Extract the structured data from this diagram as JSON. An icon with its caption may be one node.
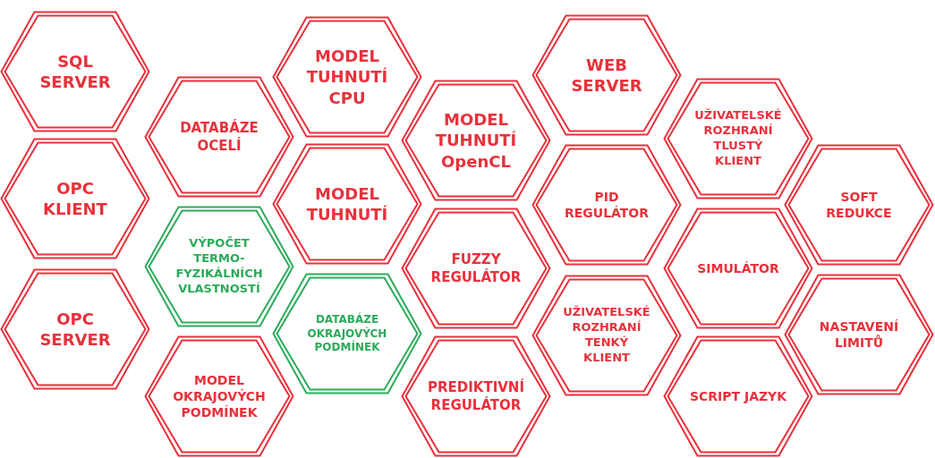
{
  "diagram": {
    "nodes": [
      {
        "text": [
          "SQL SERVER"
        ]
      },
      {
        "text": [
          "OPC KLIENT"
        ]
      },
      {
        "text": [
          "OPC SERVER"
        ]
      },
      {
        "text": [
          "DATABÁZE OCELÍ"
        ]
      },
      {
        "text": [
          "VÝPOČET TERMO-FYZIKÁLNÍCH VLASTNOSTÍ"
        ]
      },
      {
        "text": [
          "MODEL OKRAJOVÝCH PODMÍNEK"
        ]
      },
      {
        "text": [
          "MODEL TUHNUTÍ CPU"
        ]
      },
      {
        "text": [
          "MODEL TUHNUTÍ"
        ]
      },
      {
        "text": [
          "DATABÁZE OKRAJOVÝCH PODMÍNEK"
        ]
      },
      {
        "text": [
          "MODEL TUHNUTÍ OpenCL"
        ]
      },
      {
        "text": [
          "FUZZY REGULÁTOR"
        ]
      },
      {
        "text": [
          "PREDIKTIVNÍ REGULÁTOR"
        ]
      },
      {
        "text": [
          "WEB SERVER"
        ]
      },
      {
        "text": [
          "PID REGULÁTOR"
        ]
      },
      {
        "text": [
          "UŽIVATELSKÉ ROZHRANÍ TENKÝ KLIENT"
        ]
      },
      {
        "text": [
          "UŽIVATELSKÉ ROZHRANÍ TLUSTÝ KLIENT"
        ]
      },
      {
        "text": [
          "SIMULÁTOR"
        ]
      },
      {
        "text": [
          "SCRIPT JAZYK"
        ]
      },
      {
        "text": [
          "SOFT REDUKCE"
        ]
      },
      {
        "text": [
          "NASTAVENÍ LIMITŮ"
        ]
      }
    ]
  }
}
